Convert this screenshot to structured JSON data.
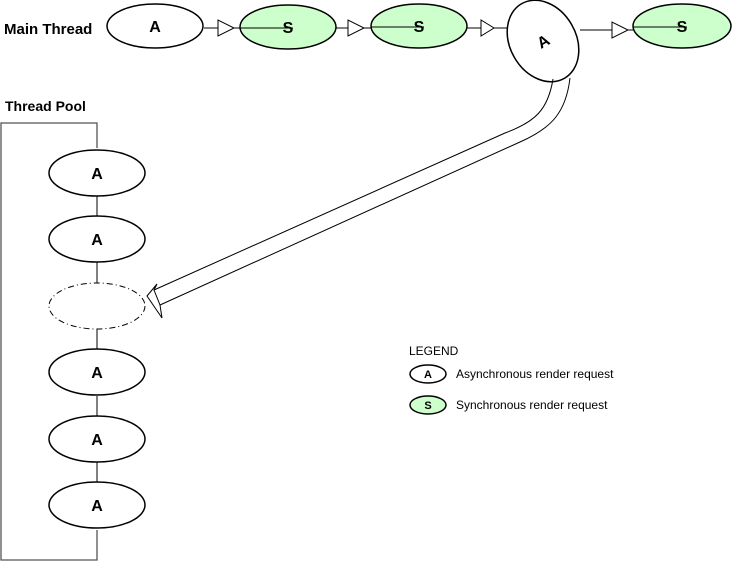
{
  "colors": {
    "async_fill": "#ffffff",
    "sync_fill": "#ccffcc",
    "stroke": "#000000",
    "background": "#ffffff"
  },
  "main_thread": {
    "label": "Main Thread",
    "nodes": [
      {
        "type": "async",
        "letter": "A"
      },
      {
        "type": "sync",
        "letter": "S"
      },
      {
        "type": "sync",
        "letter": "S"
      },
      {
        "type": "async",
        "letter": "A",
        "state": "dispatched"
      },
      {
        "type": "sync",
        "letter": "S"
      }
    ]
  },
  "thread_pool": {
    "label": "Thread Pool",
    "slots": [
      {
        "type": "async",
        "letter": "A",
        "state": "occupied"
      },
      {
        "type": "async",
        "letter": "A",
        "state": "occupied"
      },
      {
        "type": "empty",
        "letter": "",
        "state": "target"
      },
      {
        "type": "async",
        "letter": "A",
        "state": "occupied"
      },
      {
        "type": "async",
        "letter": "A",
        "state": "occupied"
      },
      {
        "type": "async",
        "letter": "A",
        "state": "occupied"
      }
    ]
  },
  "legend": {
    "title": "LEGEND",
    "items": [
      {
        "type": "async",
        "letter": "A",
        "label": "Asynchronous render request"
      },
      {
        "type": "sync",
        "letter": "S",
        "label": "Synchronous render request"
      }
    ]
  }
}
